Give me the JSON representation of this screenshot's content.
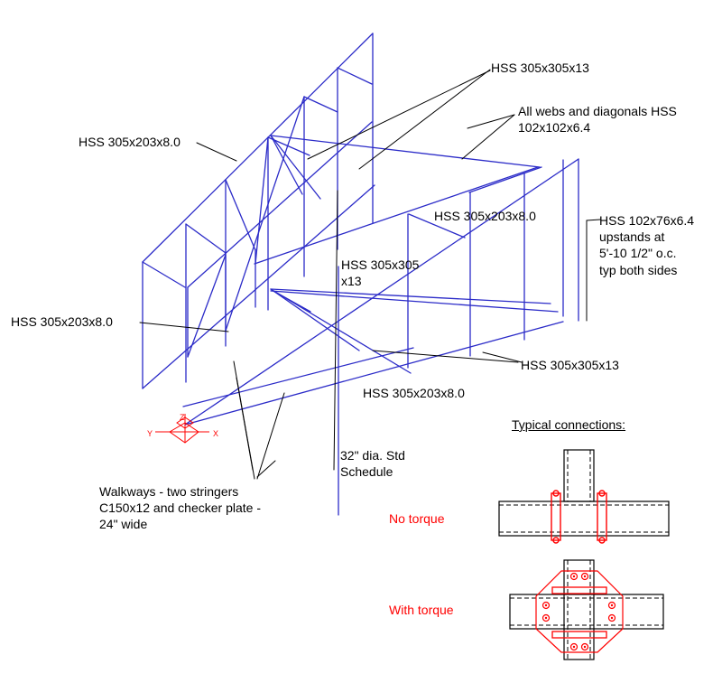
{
  "colors": {
    "structure": "#2b2bc8",
    "leader": "#000000",
    "axis_icon": "#ff0000",
    "connection_bolts": "#ff0000",
    "connection_steel": "#000000",
    "background": "#ffffff"
  },
  "labels": {
    "hss_305x305x13_top": "HSS 305x305x13",
    "all_webs_line1": "All webs and diagonals HSS",
    "all_webs_line2": "102x102x6.4",
    "hss_305x203_top_left": "HSS 305x203x8.0",
    "hss_305x203_mid_right": "HSS 305x203x8.0",
    "upstands_line1": "HSS 102x76x6.4",
    "upstands_line2": "upstands at",
    "upstands_line3": "5'-10 1/2\" o.c.",
    "upstands_line4": "typ both sides",
    "hss_305x305_center_line1": "HSS 305x305",
    "hss_305x305_center_line2": "x13",
    "hss_305x203_left": "HSS 305x203x8.0",
    "hss_305x305x13_bottom": "HSS 305x305x13",
    "hss_305x203_bottom": "HSS 305x203x8.0",
    "pipe_line1": "32\" dia. Std",
    "pipe_line2": "Schedule",
    "walkways_line1": "Walkways - two stringers",
    "walkways_line2": "C150x12 and checker plate -",
    "walkways_line3": "24\" wide",
    "typical_connections": "Typical connections:",
    "no_torque": "No torque",
    "with_torque": "With torque"
  },
  "axis_icon": {
    "y_label": "Y",
    "z_label": "Z",
    "x_label": "X"
  }
}
